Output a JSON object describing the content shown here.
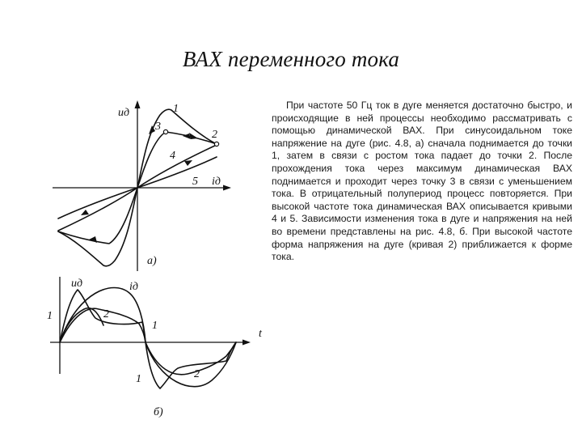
{
  "title": "ВАХ переменного тока",
  "paragraph": "При частоте 50 Гц ток в дуге меняется достаточно быстро, и происходящие в ней процессы необходимо рассматривать с помощью динамической ВАХ. При синусоидальном токе напряжение на дуге (рис. 4.8, а) сначала поднимается до точки 1, затем в связи с ростом тока падает до точки 2. После прохождения тока через максимум динамическая ВАХ поднимается и проходит через точку 3 в связи с уменьшением тока. В отрицательный полупериод процесс повторяется. При высокой частоте тока динамическая ВАХ описывается кривыми 4 и 5. Зависимости изменения тока в дуге и напряжения на ней во времени представлены на рис. 4.8, б. При высокой частоте форма напряжения на дуге (кривая 2) приближается к форме тока.",
  "figure_a": {
    "y_axis_label": "uд",
    "x_axis_label": "iд",
    "curve_labels": [
      "1",
      "2",
      "3",
      "4",
      "5"
    ],
    "panel_label": "а)"
  },
  "figure_b": {
    "voltage_label": "uд",
    "current_label": "iд",
    "time_label": "t",
    "curve_labels": [
      "1",
      "2",
      "1",
      "1",
      "2"
    ],
    "panel_label": "б)"
  }
}
